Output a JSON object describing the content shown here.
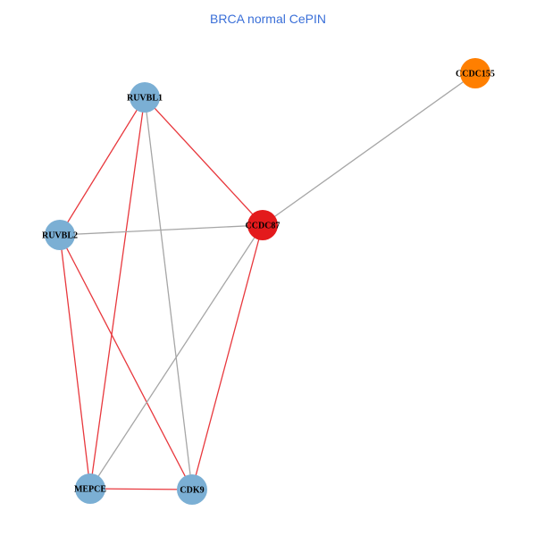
{
  "title": "BRCA normal CePIN",
  "colors": {
    "node_default": "#7bafd4",
    "node_highlight": "#e31a1c",
    "node_accent": "#ff7f00",
    "edge_red": "#e8383d",
    "edge_gray": "#a6a6a6",
    "title": "#3a6fd8"
  },
  "nodes": [
    {
      "id": "CCDC155",
      "label": "CCDC155",
      "color": "#ff7f00"
    },
    {
      "id": "RUVBL1",
      "label": "RUVBL1",
      "color": "#7bafd4"
    },
    {
      "id": "CCDC87",
      "label": "CCDC87",
      "color": "#e31a1c"
    },
    {
      "id": "RUVBL2",
      "label": "RUVBL2",
      "color": "#7bafd4"
    },
    {
      "id": "MEPCE",
      "label": "MEPCE",
      "color": "#7bafd4"
    },
    {
      "id": "CDK9",
      "label": "CDK9",
      "color": "#7bafd4"
    }
  ],
  "edges": [
    {
      "source": "CCDC155",
      "target": "CCDC87",
      "type": "gray"
    },
    {
      "source": "RUVBL1",
      "target": "CCDC87",
      "type": "red"
    },
    {
      "source": "RUVBL1",
      "target": "RUVBL2",
      "type": "red"
    },
    {
      "source": "RUVBL1",
      "target": "MEPCE",
      "type": "red"
    },
    {
      "source": "RUVBL1",
      "target": "CDK9",
      "type": "gray"
    },
    {
      "source": "RUVBL2",
      "target": "CCDC87",
      "type": "gray"
    },
    {
      "source": "RUVBL2",
      "target": "MEPCE",
      "type": "red"
    },
    {
      "source": "RUVBL2",
      "target": "CDK9",
      "type": "red"
    },
    {
      "source": "CCDC87",
      "target": "MEPCE",
      "type": "gray"
    },
    {
      "source": "CCDC87",
      "target": "CDK9",
      "type": "red"
    },
    {
      "source": "MEPCE",
      "target": "CDK9",
      "type": "red"
    }
  ]
}
